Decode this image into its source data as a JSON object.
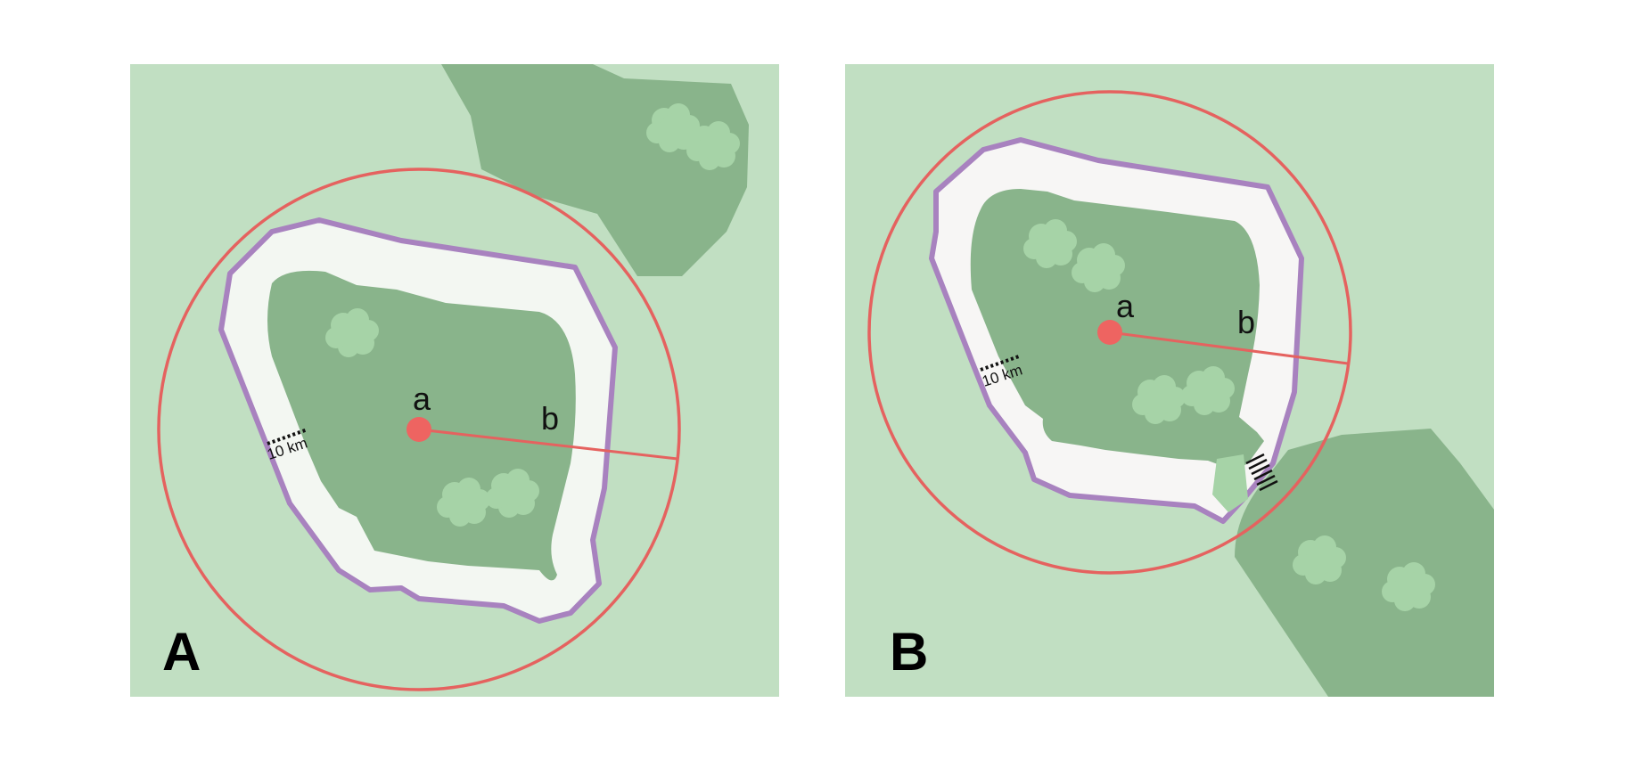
{
  "colors": {
    "background": "#c1dfc2",
    "forest": "#89b48b",
    "forest_light": "#a6d3a7",
    "buffer_zone": "#f3f7f2",
    "buffer_zone_b": "#f7f6f5",
    "boundary": "#a882bf",
    "range_circle": "#e5625f",
    "center_point": "#ee6461",
    "crossing": "#111111"
  },
  "panels": [
    {
      "id": "A",
      "label": "A",
      "center_label": "a",
      "radius_label": "b",
      "scale_label": "10 km"
    },
    {
      "id": "B",
      "label": "B",
      "center_label": "a",
      "radius_label": "b",
      "scale_label": "10 km"
    }
  ]
}
